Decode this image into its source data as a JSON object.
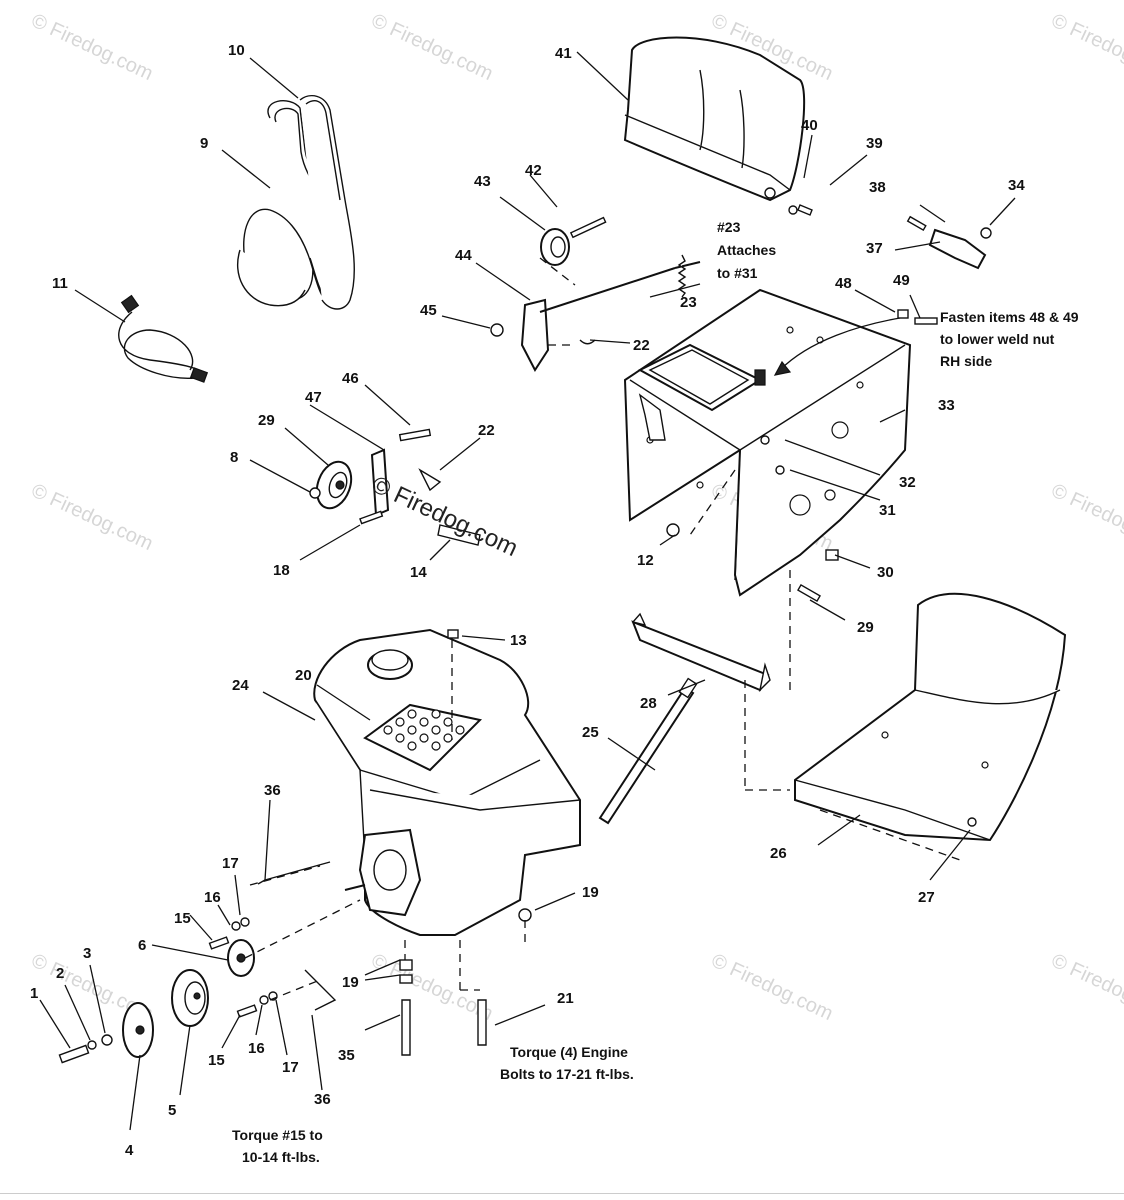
{
  "watermark": {
    "text": "© Firedog.com",
    "center_text": "© Firedog.com"
  },
  "part_numbers": [
    "1",
    "2",
    "3",
    "4",
    "5",
    "6",
    "8",
    "9",
    "10",
    "11",
    "12",
    "13",
    "14",
    "15",
    "15",
    "16",
    "16",
    "17",
    "17",
    "18",
    "19",
    "19",
    "20",
    "21",
    "22",
    "22",
    "23",
    "24",
    "25",
    "26",
    "27",
    "28",
    "29",
    "29",
    "30",
    "31",
    "32",
    "33",
    "34",
    "35",
    "36",
    "36",
    "37",
    "38",
    "39",
    "40",
    "41",
    "42",
    "43",
    "44",
    "45",
    "46",
    "47",
    "48",
    "49"
  ],
  "notes": {
    "attach_l1": "#23",
    "attach_l2": "Attaches",
    "attach_l3": "to #31",
    "fasten_l1": "Fasten items 48 & 49",
    "fasten_l2": "to lower weld nut",
    "fasten_l3": "RH side",
    "torque_engine_l1": "Torque (4) Engine",
    "torque_engine_l2": "Bolts to 17-21 ft-lbs.",
    "torque_15_l1": "Torque #15 to",
    "torque_15_l2": "10-14 ft-lbs."
  },
  "colors": {
    "line": "#111111",
    "watermark": "#d6d6d6",
    "background": "#ffffff"
  }
}
